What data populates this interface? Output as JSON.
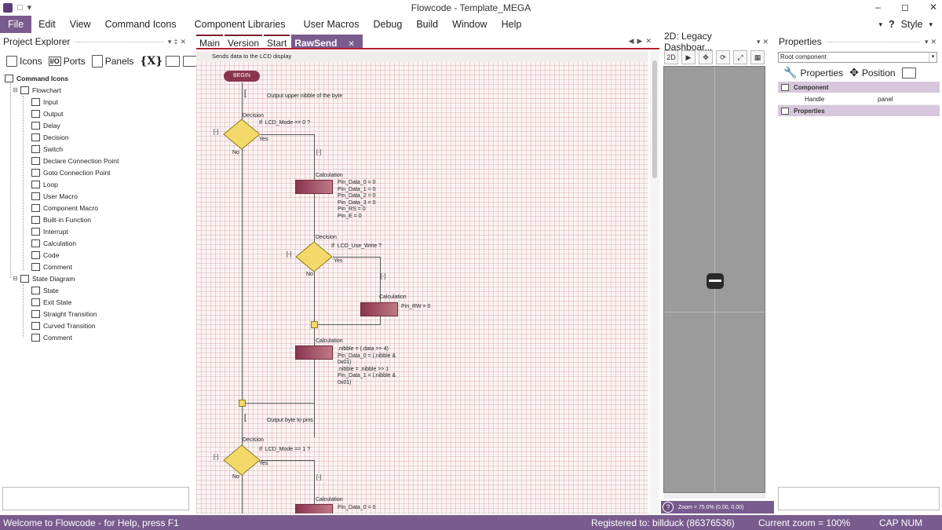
{
  "window": {
    "title": "Flowcode - Template_MEGA",
    "controls": [
      "–",
      "◻",
      "✕"
    ]
  },
  "menu": {
    "items": [
      "File",
      "Edit",
      "View",
      "Command Icons",
      "Component Libraries",
      "User Macros",
      "Debug",
      "Build",
      "Window",
      "Help"
    ],
    "style_label": "Style"
  },
  "explorer": {
    "title": "Project Explorer",
    "tabs": [
      "Icons",
      "Ports",
      "Panels"
    ],
    "tree": [
      {
        "label": "Command Icons",
        "level": 0,
        "root": true
      },
      {
        "label": "Flowchart",
        "level": 1
      },
      {
        "label": "Input",
        "level": 2
      },
      {
        "label": "Output",
        "level": 2
      },
      {
        "label": "Delay",
        "level": 2
      },
      {
        "label": "Decision",
        "level": 2
      },
      {
        "label": "Switch",
        "level": 2
      },
      {
        "label": "Declare Connection Point",
        "level": 2
      },
      {
        "label": "Goto Connection Point",
        "level": 2
      },
      {
        "label": "Loop",
        "level": 2
      },
      {
        "label": "User Macro",
        "level": 2
      },
      {
        "label": "Component Macro",
        "level": 2
      },
      {
        "label": "Built-in Function",
        "level": 2
      },
      {
        "label": "Interrupt",
        "level": 2
      },
      {
        "label": "Calculation",
        "level": 2
      },
      {
        "label": "Code",
        "level": 2
      },
      {
        "label": "Comment",
        "level": 2
      },
      {
        "label": "State Diagram",
        "level": 1
      },
      {
        "label": "State",
        "level": 2
      },
      {
        "label": "Exit State",
        "level": 2
      },
      {
        "label": "Straight Transition",
        "level": 2
      },
      {
        "label": "Curved Transition",
        "level": 2
      },
      {
        "label": "Comment",
        "level": 2
      }
    ]
  },
  "document": {
    "tabs": [
      "Main",
      "Version",
      "Start",
      "RawSend"
    ],
    "active_tab": "RawSend",
    "description": "Sends data to the LCD display",
    "flow": {
      "begin": "BEGIN",
      "comment1": "Output upper nibble of the byte",
      "decision1_label": "Decision",
      "decision1_cond": "If  LCD_Mode == 0 ?",
      "yes": "Yes",
      "no": "No",
      "collapse": "[-]",
      "calc_label": "Calculation",
      "calc1": "Pin_Data_0 = 0\nPin_Data_1 = 0\nPin_Data_2 = 0\nPin_Data_3 = 0\nPin_RS = 0\nPin_E = 0",
      "decision2_cond": "If  LCD_Use_Write ?",
      "calc2": "Pin_RW = 0",
      "calc3": ".nibble = (.data >> 4)\nPin_Data_0 = (.nibble &\n0x01)\n.nibble = .nibble >> 1\nPin_Data_1 = (.nibble &\n0x01)",
      "comment2": "Output byte to pins",
      "decision3_cond": "If  LCD_Mode == 1 ?",
      "calc4": "Pin_Data_0 = 0"
    }
  },
  "dashboard": {
    "title": "2D: Legacy Dashboar...",
    "tool_2d": "2D",
    "zoom_text": "Zoom = 75.0% (0.00, 0.00)"
  },
  "properties": {
    "title": "Properties",
    "selector": "Root component",
    "tabs": [
      "Properties",
      "Position"
    ],
    "groups": [
      {
        "label": "Component",
        "rows": [
          {
            "key": "Handle",
            "value": "panel"
          }
        ]
      },
      {
        "label": "Properties",
        "rows": []
      }
    ]
  },
  "status": {
    "help": "Welcome to Flowcode - for Help, press F1",
    "registered": "Registered to: billduck (86376536)",
    "zoom": "Current zoom = 100%",
    "keys": "CAP  NUM  SCRL"
  }
}
